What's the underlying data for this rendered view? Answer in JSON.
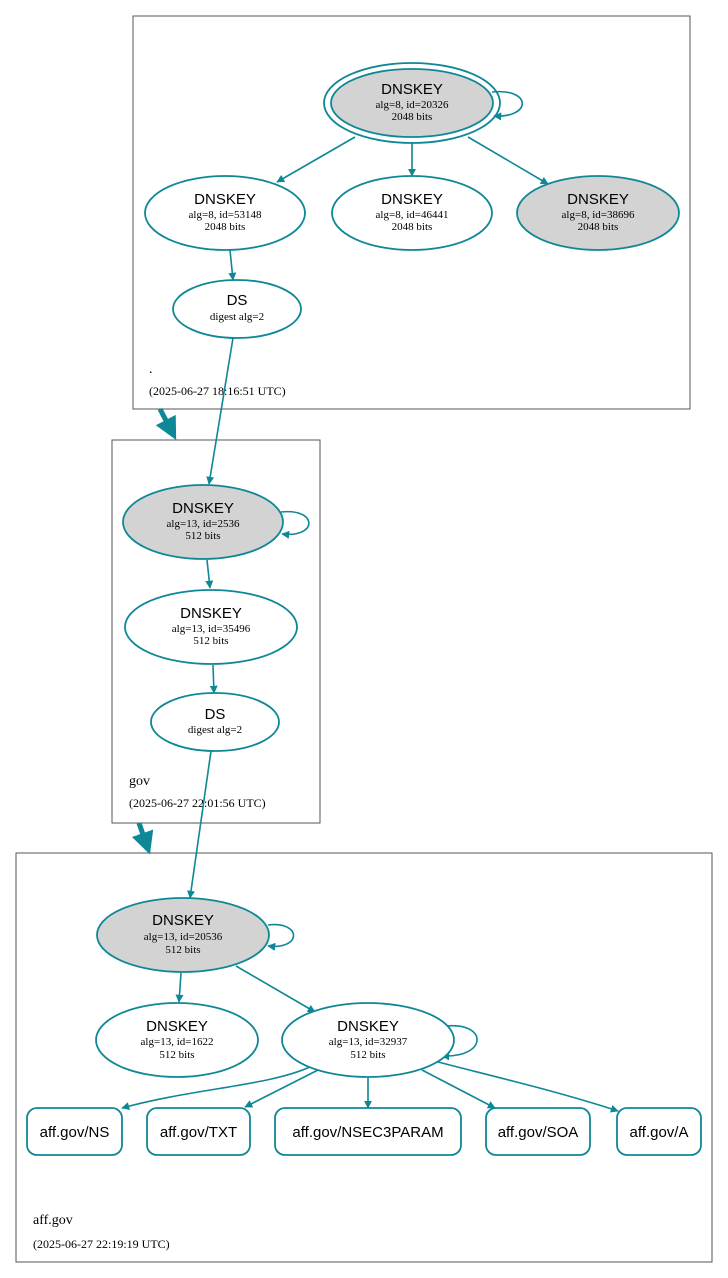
{
  "colors": {
    "edge": "#0e8796",
    "node_fill_sep": "#d3d3d3",
    "node_fill": "#ffffff",
    "zone_border": "#555555"
  },
  "zones": {
    "root": {
      "name": ".",
      "timestamp": "(2025-06-27 18:16:51 UTC)"
    },
    "gov": {
      "name": "gov",
      "timestamp": "(2025-06-27 22:01:56 UTC)"
    },
    "aff": {
      "name": "aff.gov",
      "timestamp": "(2025-06-27 22:19:19 UTC)"
    }
  },
  "nodes": {
    "root_ksk": {
      "title": "DNSKEY",
      "line1": "alg=8, id=20326",
      "line2": "2048 bits"
    },
    "root_zsk1": {
      "title": "DNSKEY",
      "line1": "alg=8, id=53148",
      "line2": "2048 bits"
    },
    "root_zsk2": {
      "title": "DNSKEY",
      "line1": "alg=8, id=46441",
      "line2": "2048 bits"
    },
    "root_ksk2": {
      "title": "DNSKEY",
      "line1": "alg=8, id=38696",
      "line2": "2048 bits"
    },
    "root_ds": {
      "title": "DS",
      "line1": "digest alg=2"
    },
    "gov_ksk": {
      "title": "DNSKEY",
      "line1": "alg=13, id=2536",
      "line2": "512 bits"
    },
    "gov_zsk": {
      "title": "DNSKEY",
      "line1": "alg=13, id=35496",
      "line2": "512 bits"
    },
    "gov_ds": {
      "title": "DS",
      "line1": "digest alg=2"
    },
    "aff_ksk": {
      "title": "DNSKEY",
      "line1": "alg=13, id=20536",
      "line2": "512 bits"
    },
    "aff_key2": {
      "title": "DNSKEY",
      "line1": "alg=13, id=1622",
      "line2": "512 bits"
    },
    "aff_zsk": {
      "title": "DNSKEY",
      "line1": "alg=13, id=32937",
      "line2": "512 bits"
    }
  },
  "rrsets": {
    "ns": "aff.gov/NS",
    "txt": "aff.gov/TXT",
    "nsec3param": "aff.gov/NSEC3PARAM",
    "soa": "aff.gov/SOA",
    "a": "aff.gov/A"
  }
}
